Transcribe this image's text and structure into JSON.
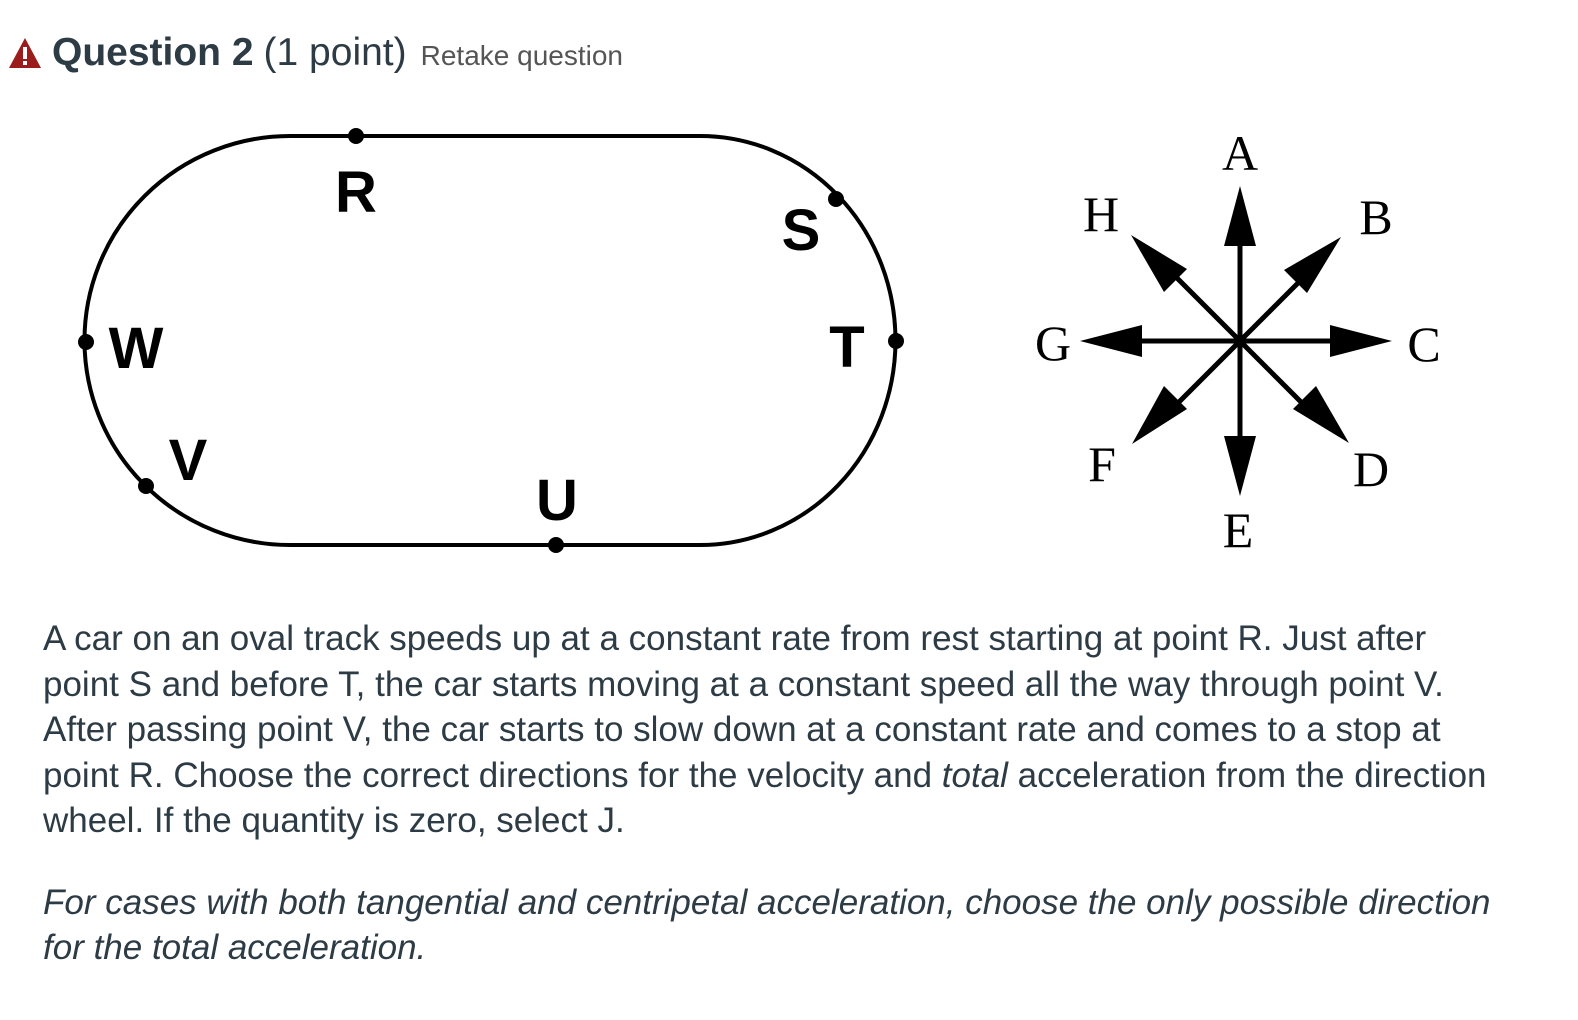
{
  "question": {
    "title": "Question 2",
    "points": "(1 point)",
    "retake_label": "Retake question"
  },
  "track": {
    "points": [
      "R",
      "S",
      "T",
      "U",
      "V",
      "W"
    ]
  },
  "direction_wheel": {
    "labels": [
      "A",
      "B",
      "C",
      "D",
      "E",
      "F",
      "G",
      "H"
    ]
  },
  "body": {
    "paragraph_main": "A car on an oval track speeds up at a constant rate from rest starting at point R. Just after point S and before T, the car starts moving at a constant speed all the way through point V. After passing point V, the car starts to slow down at a constant rate and comes to a stop at point R. Choose the correct directions for the velocity and ",
    "paragraph_em": "total",
    "paragraph_tail": " acceleration from the direction wheel. If the quantity is zero, select J.",
    "note": "For cases with both tangential and centripetal acceleration, choose the only possible direction for the total acceleration."
  },
  "colors": {
    "warning_icon": "#9a1c1c",
    "text": "#2d3b45"
  }
}
